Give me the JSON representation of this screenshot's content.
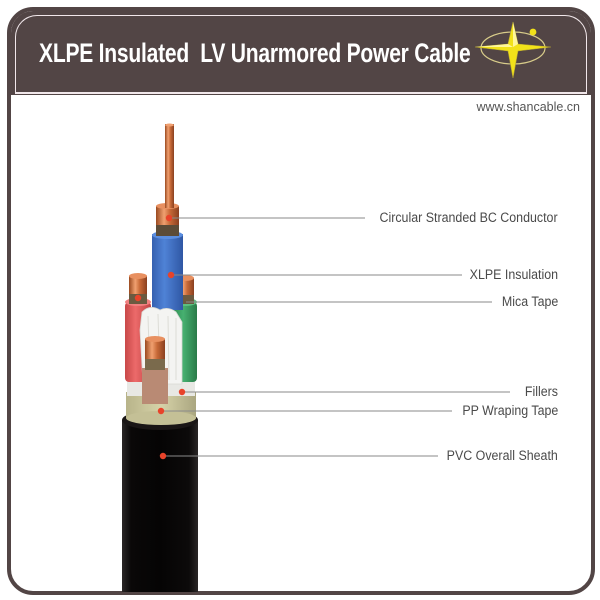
{
  "header": {
    "title": "XLPE Insulated  LV Unarmored Power Cable",
    "logo_icon": "compass-star-logo-icon",
    "background_color": "#524545",
    "logo_color": "#f2e21a"
  },
  "website": "www.shancable.cn",
  "cable": {
    "sheath_color": "#0d0b0b",
    "core_colors": {
      "top": "#3f6fc0",
      "left": "#e05a5a",
      "right": "#3a9a60",
      "front": "#b8876e"
    },
    "conductor_color": "#c8703a",
    "marker_color": "#e8432a"
  },
  "labels": [
    {
      "id": "conductor",
      "text": "Circular Stranded BC Conductor"
    },
    {
      "id": "insulation",
      "text": "XLPE Insulation"
    },
    {
      "id": "mica",
      "text": "Mica Tape"
    },
    {
      "id": "fillers",
      "text": "Fillers"
    },
    {
      "id": "pp-tape",
      "text": "PP Wraping Tape"
    },
    {
      "id": "sheath",
      "text": "PVC Overall Sheath"
    }
  ]
}
